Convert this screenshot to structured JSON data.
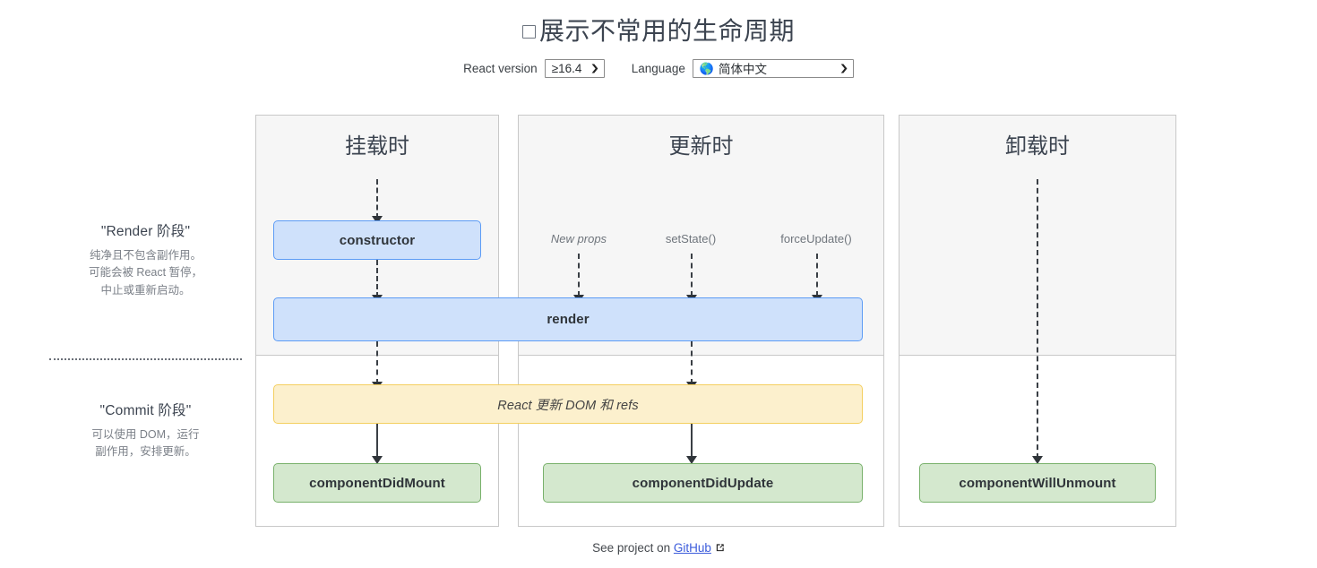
{
  "header": {
    "title": "展示不常用的生命周期",
    "checkbox_checked": false,
    "version_label": "React version",
    "version_value": "≥16.4",
    "language_label": "Language",
    "language_value": "简体中文",
    "language_icon": "globe-icon"
  },
  "phases": [
    {
      "title": "\"Render 阶段\"",
      "desc": "纯净且不包含副作用。\n可能会被 React 暂停，\n中止或重新启动。"
    },
    {
      "title": "\"Commit 阶段\"",
      "desc": "可以使用 DOM，运行\n副作用，安排更新。"
    }
  ],
  "columns": [
    {
      "id": "mount",
      "head": "挂载时"
    },
    {
      "id": "update",
      "head": "更新时"
    },
    {
      "id": "unmount",
      "head": "卸载时"
    }
  ],
  "triggers": [
    {
      "label": "New props",
      "italic": true
    },
    {
      "label": "setState()",
      "italic": false
    },
    {
      "label": "forceUpdate()",
      "italic": false
    }
  ],
  "nodes": {
    "constructor": "constructor",
    "render": "render",
    "dom_commit": "React 更新 DOM 和 refs",
    "did_mount": "componentDidMount",
    "did_update": "componentDidUpdate",
    "will_unmount": "componentWillUnmount"
  },
  "footer": {
    "prefix": "See project on",
    "link": "GitHub",
    "icon": "external-link-icon"
  },
  "colors": {
    "blue_fill": "#cfe1fb",
    "blue_border": "#5d9cf5",
    "green_fill": "#d4e8ce",
    "green_border": "#78b16b",
    "yellow_fill": "#fcf0cd",
    "yellow_border": "#f4cf5f",
    "panel_top_bg": "#f6f6f6",
    "link": "#3b5bdb"
  }
}
